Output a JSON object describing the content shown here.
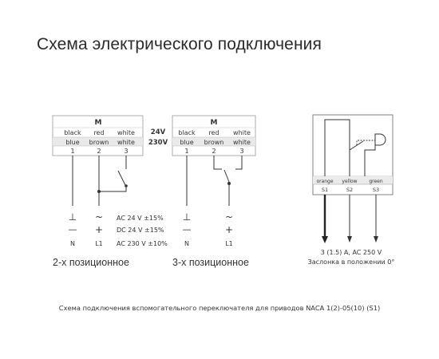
{
  "title": "Схема электрического подключения",
  "caption": "Схема подключения вспомогательного переключателя для приводов NACA 1(2)-05(10) (S1)",
  "voltage_labels": {
    "v24": "24V",
    "v230": "230V"
  },
  "wiring_left": {
    "motor": "M",
    "colors_24v": [
      "black",
      "red",
      "white"
    ],
    "colors_230v": [
      "blue",
      "brown",
      "white"
    ],
    "terminals": [
      "1",
      "2",
      "3"
    ],
    "symbols_top": [
      "⊥",
      "~"
    ],
    "symbols_bottom": [
      "—",
      "+"
    ],
    "supply": [
      "AC 24 V ±15%",
      "DC 24 V ±15%",
      "AC 230 V ±10%"
    ],
    "terminal_names": [
      "N",
      "L1"
    ],
    "mode": "2-х позиционное"
  },
  "wiring_middle": {
    "motor": "M",
    "colors_24v": [
      "black",
      "red",
      "white"
    ],
    "colors_230v": [
      "blue",
      "brown",
      "white"
    ],
    "terminals": [
      "1",
      "2",
      "3"
    ],
    "symbols_top": [
      "⊥",
      "~"
    ],
    "symbols_bottom": [
      "—",
      "+"
    ],
    "terminal_names": [
      "N",
      "L1"
    ],
    "mode": "3-х позиционное"
  },
  "aux_switch": {
    "colors": [
      "orange",
      "yellow",
      "green"
    ],
    "terminals": [
      "S1",
      "S2",
      "S3"
    ],
    "rating": "3 (1.5) A, AC 250 V",
    "position_note": "Заслонка в положении 0°"
  }
}
